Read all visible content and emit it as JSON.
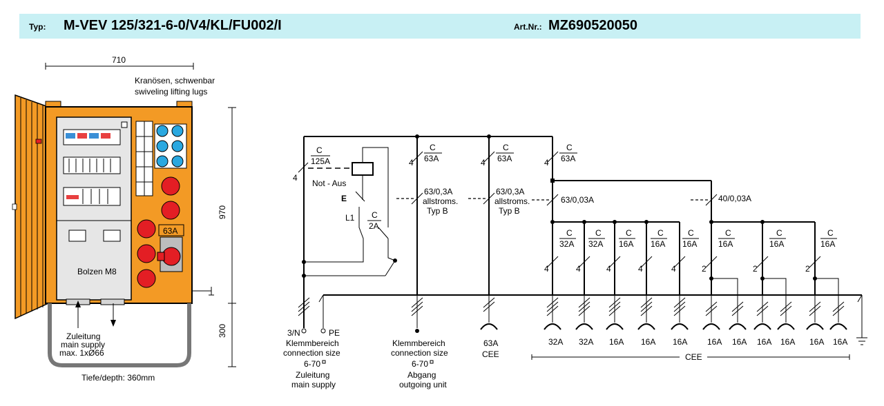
{
  "header": {
    "type_label": "Typ:",
    "type_value": "M-VEV 125/321-6-0/V4/KL/FU002/I",
    "art_label": "Art.Nr.:",
    "art_value": "MZ690520050"
  },
  "drawing": {
    "width_dim": "710",
    "height_dim_top": "970",
    "height_dim_bottom": "300",
    "lugs_de": "Kranösen, schwenbar",
    "lugs_en": "swiveling  lifting  lugs",
    "bolt": "Bolzen M8",
    "feed_de": "Zuleitung",
    "feed_en": "main supply",
    "feed_max": "max. 1xØ66",
    "depth": "Tiefe/depth: 360mm",
    "socket_63": "63A"
  },
  "schematic": {
    "main_c": "C",
    "main_rating": "125A",
    "emergency": "Not - Aus",
    "l1": "L1",
    "ctrl_c": "C",
    "ctrl_rating": "2A",
    "e_mark": "E",
    "pole4": "4",
    "pole2": "2",
    "branches": [
      {
        "c": "C",
        "rating": "63A",
        "rcd": "63/0,3A",
        "rcd2": "allstroms.",
        "rcd3": "Typ B"
      },
      {
        "c": "C",
        "rating": "63A",
        "rcd": "63/0,3A",
        "rcd2": "allstroms.",
        "rcd3": "Typ B"
      },
      {
        "c": "C",
        "rating": "63A",
        "rcd": "63/0,03A"
      }
    ],
    "rcd_40": "40/0,03A",
    "sub_breakers": [
      {
        "c": "C",
        "rating": "32A"
      },
      {
        "c": "C",
        "rating": "32A"
      },
      {
        "c": "C",
        "rating": "16A"
      },
      {
        "c": "C",
        "rating": "16A"
      },
      {
        "c": "C",
        "rating": "16A"
      },
      {
        "c": "C",
        "rating": "16A"
      },
      {
        "c": "C",
        "rating": "16A"
      },
      {
        "c": "C",
        "rating": "16A"
      }
    ],
    "sockets": [
      "32A",
      "32A",
      "16A",
      "16A",
      "16A",
      "16A",
      "16A",
      "16A",
      "16A",
      "16A",
      "16A"
    ],
    "cee_label": "CEE",
    "cee63_a": "63A",
    "cee63_b": "CEE",
    "in_3n": "3/N",
    "in_pe": "PE",
    "term1": [
      "Klemmbereich",
      "connection size",
      "6-70",
      "Zuleitung",
      "main supply"
    ],
    "term2": [
      "Klemmbereich",
      "connection size",
      "6-70",
      "Abgang",
      "outgoing unit"
    ]
  }
}
